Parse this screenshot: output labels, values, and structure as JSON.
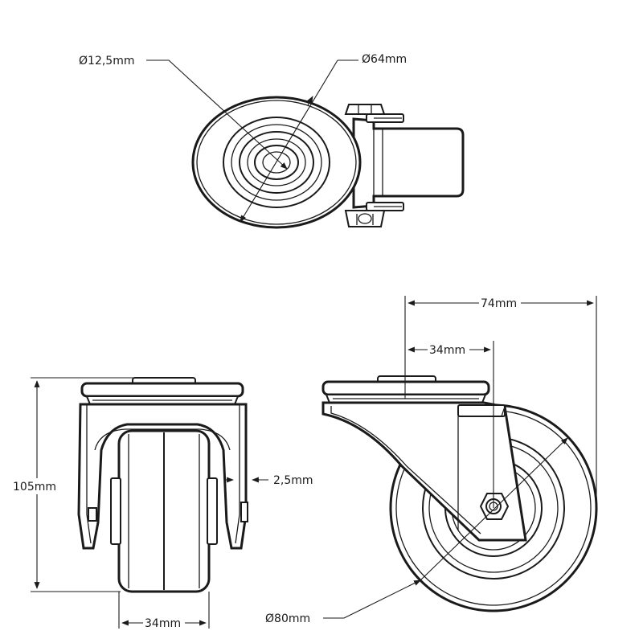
{
  "drawing": {
    "subject": "Swivel castor wheel technical drawing",
    "line_color": "#1a1a1a",
    "background": "#ffffff"
  },
  "dimensions": {
    "axle_diameter": "12,5mm",
    "top_view_wheel_diameter": "64mm",
    "total_height": "105mm",
    "front_wheel_width": "34mm",
    "bracket_thickness": "2,5mm",
    "overall_length": "74mm",
    "offset": "34mm",
    "side_wheel_diameter": "80mm"
  },
  "symbols": {
    "diameter": "Ø"
  }
}
